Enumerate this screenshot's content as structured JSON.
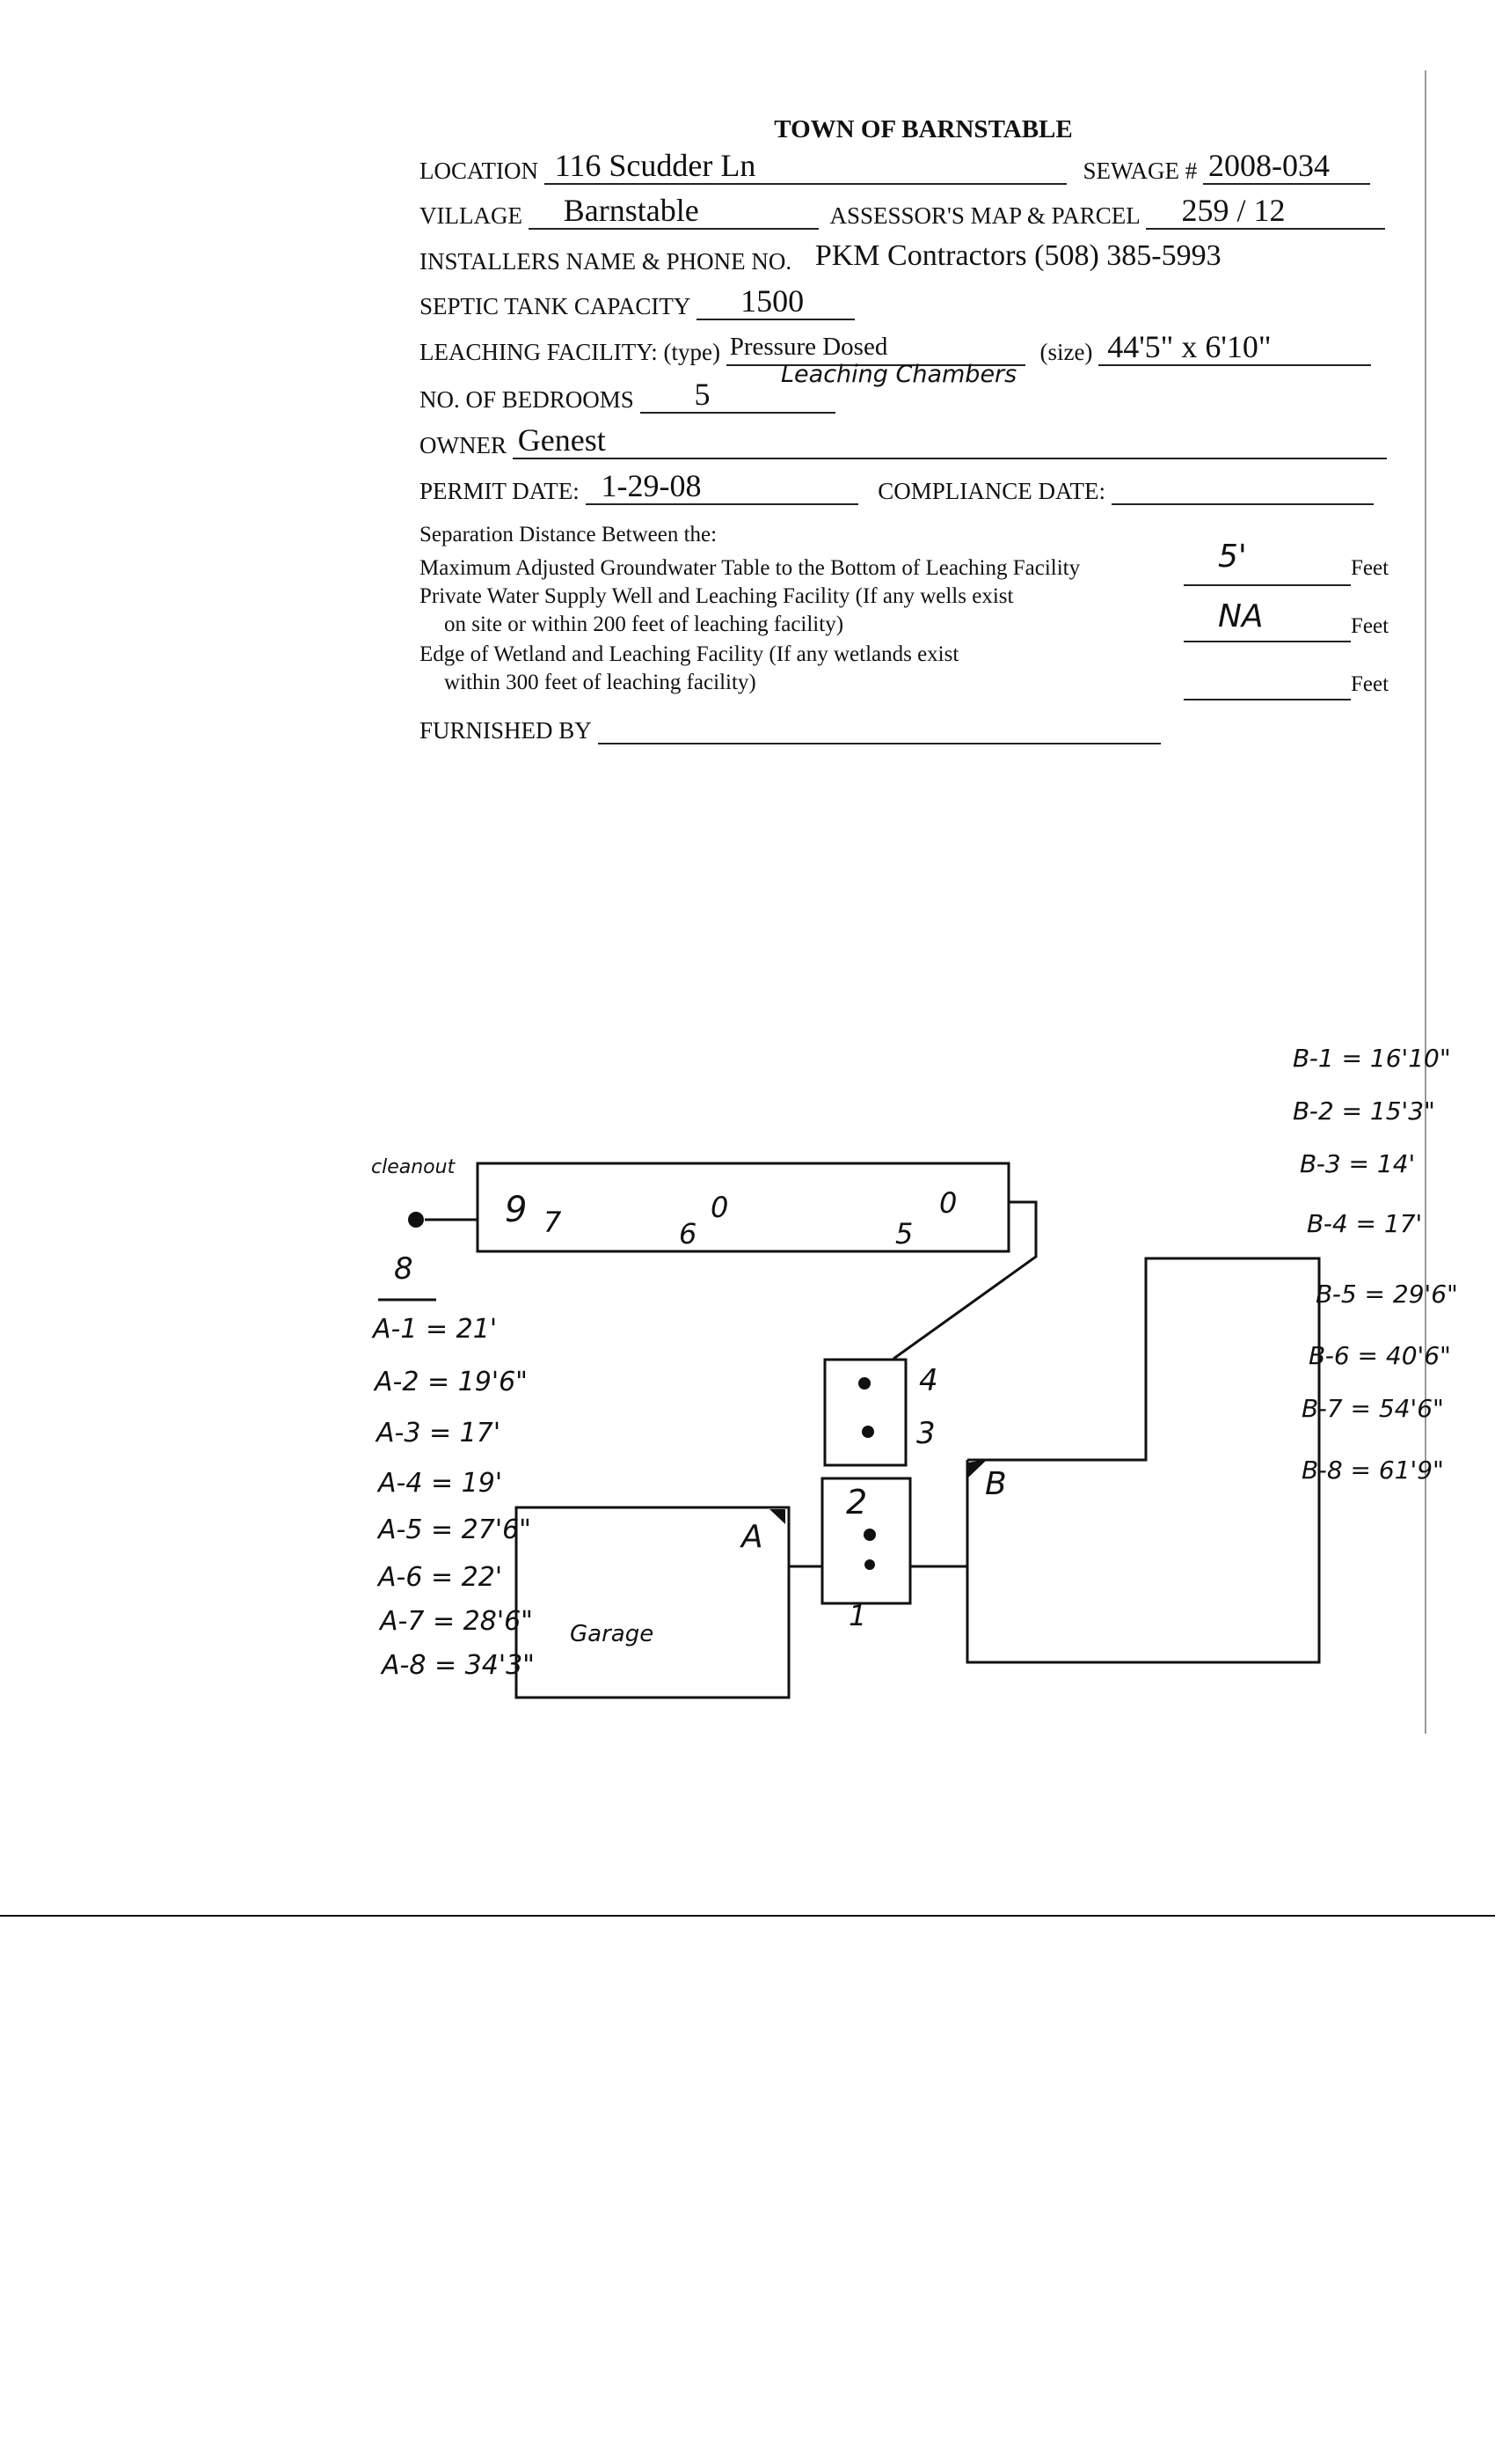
{
  "form": {
    "title": "TOWN OF BARNSTABLE",
    "location_label": "LOCATION",
    "location_value": "116 Scudder Ln",
    "sewage_label": "SEWAGE #",
    "sewage_value": "2008-034",
    "village_label": "VILLAGE",
    "village_value": "Barnstable",
    "assessor_label": "ASSESSOR'S MAP & PARCEL",
    "assessor_value": "259 / 12",
    "installer_label": "INSTALLERS NAME & PHONE NO.",
    "installer_value": "PKM Contractors (508) 385-5993",
    "tank_label": "SEPTIC TANK CAPACITY",
    "tank_value": "1500",
    "leach_label": "LEACHING FACILITY: (type)",
    "leach_type_value": "Pressure Dosed",
    "leach_type_value_2": "Leaching Chambers",
    "size_label": "(size)",
    "size_value": "44'5\" x 6'10\"",
    "bedrooms_label": "NO. OF BEDROOMS",
    "bedrooms_value": "5",
    "owner_label": "OWNER",
    "owner_value": "Genest",
    "permit_label": "PERMIT DATE:",
    "permit_value": "1-29-08",
    "compliance_label": "COMPLIANCE DATE:",
    "compliance_value": "",
    "sep_heading": "Separation Distance Between the:",
    "sep_groundwater": "Maximum Adjusted Groundwater Table to the Bottom of Leaching Facility",
    "sep_groundwater_value": "5'",
    "sep_well_1": "Private Water Supply Well and Leaching Facility (If any wells exist",
    "sep_well_2": "on site or within 200 feet of leaching facility)",
    "sep_well_value": "NA",
    "sep_wetland_1": "Edge of Wetland and Leaching Facility (If any wetlands exist",
    "sep_wetland_2": "within 300 feet of leaching facility)",
    "sep_wetland_value": "",
    "feet_label": "Feet",
    "furnished_label": "FURNISHED BY",
    "furnished_value": ""
  },
  "sketch": {
    "cleanout_label": "cleanout",
    "cleanout_num": "8",
    "tank_labels": [
      "9",
      "7",
      "6",
      "0",
      "5",
      "0"
    ],
    "box_labels": [
      "4",
      "3",
      "2",
      "1"
    ],
    "corner_a": "A",
    "corner_b": "B",
    "garage_label": "Garage",
    "a_ties": [
      "A-1 = 21'",
      "A-2 = 19'6\"",
      "A-3 = 17'",
      "A-4 = 19'",
      "A-5 = 27'6\"",
      "A-6 = 22'",
      "A-7 = 28'6\"",
      "A-8 = 34'3\""
    ],
    "b_ties": [
      "B-1 = 16'10\"",
      "B-2 = 15'3\"",
      "B-3 = 14'",
      "B-4 = 17'",
      "B-5 = 29'6\"",
      "B-6 = 40'6\"",
      "B-7 = 54'6\"",
      "B-8 = 61'9\""
    ]
  }
}
